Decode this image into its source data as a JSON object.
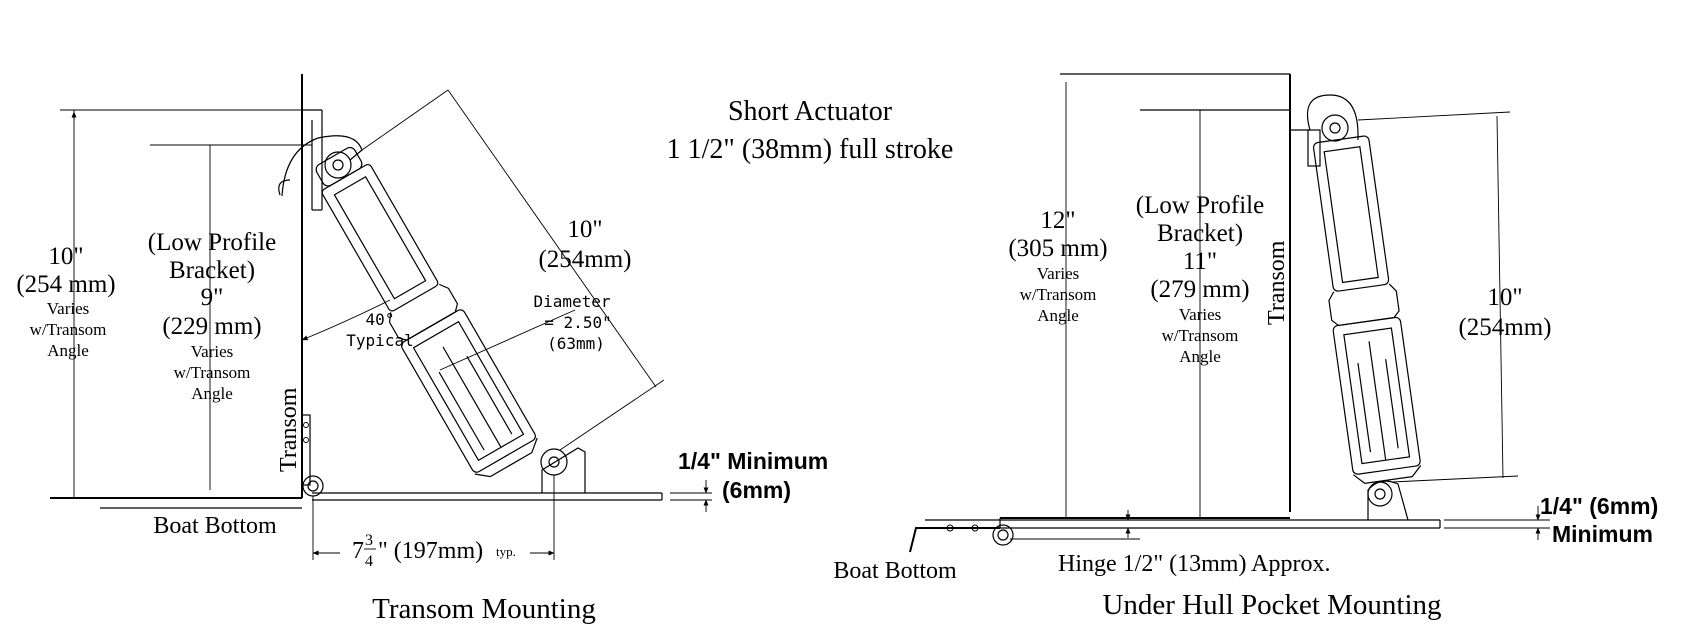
{
  "header": {
    "line1": "Short Actuator",
    "line2": "1 1/2\" (38mm) full stroke"
  },
  "transom_mounting": {
    "caption": "Transom Mounting",
    "height_dim": {
      "inch": "10\"",
      "mm": "(254 mm)",
      "note1": "Varies",
      "note2": "w/Transom",
      "note3": "Angle"
    },
    "low_profile": {
      "line1": "(Low Profile",
      "line2": "Bracket)",
      "inch": "9\"",
      "mm": "(229 mm)",
      "note1": "Varies",
      "note2": "w/Transom",
      "note3": "Angle"
    },
    "actuator_length": {
      "inch": "10\"",
      "mm": "(254mm)"
    },
    "angle": {
      "value": "40°",
      "label": "Typical"
    },
    "diameter": {
      "line1": "Diameter",
      "line2": "= 2.50\"",
      "line3": "(63mm)"
    },
    "transom_label": "Transom",
    "boat_bottom": "Boat Bottom",
    "minimum": {
      "line1": "1/4\" Minimum",
      "line2": "(6mm)"
    },
    "offset": {
      "whole": "7",
      "num": "3",
      "den": "4",
      "rest": "\" (197mm)",
      "suffix": "typ."
    }
  },
  "under_hull": {
    "caption": "Under Hull Pocket Mounting",
    "height_dim": {
      "inch": "12\"",
      "mm": "(305 mm)",
      "note1": "Varies",
      "note2": "w/Transom",
      "note3": "Angle"
    },
    "low_profile": {
      "line1": "(Low Profile",
      "line2": "Bracket)",
      "inch": "11\"",
      "mm": "(279 mm)",
      "note1": "Varies",
      "note2": "w/Transom",
      "note3": "Angle"
    },
    "actuator_length": {
      "inch": "10\"",
      "mm": "(254mm)"
    },
    "transom_label": "Transom",
    "boat_bottom": "Boat Bottom",
    "minimum": {
      "line1": "1/4\" (6mm)",
      "line2": "Minimum"
    },
    "hinge": "Hinge 1/2\" (13mm) Approx."
  }
}
